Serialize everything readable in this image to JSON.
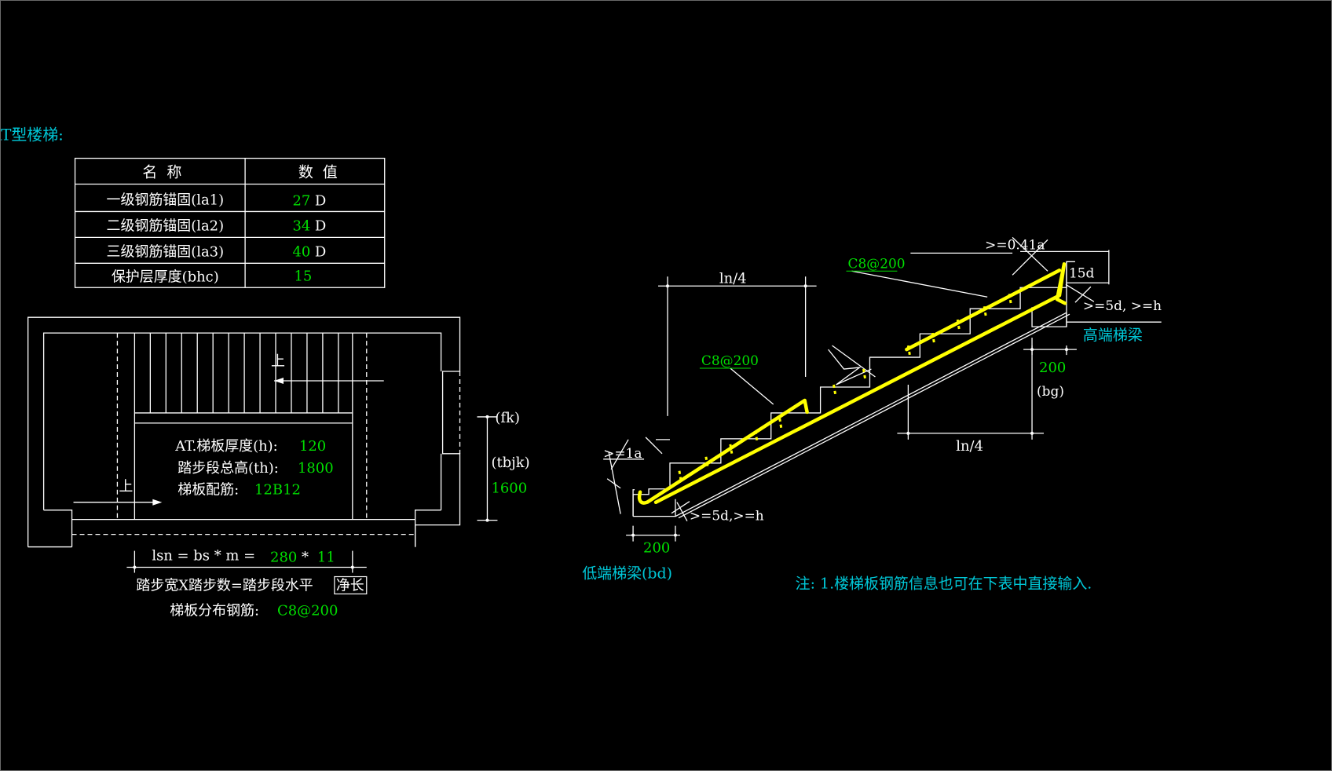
{
  "title": "AT型楼梯:",
  "colors": {
    "background": "#000000",
    "line": "#ffffff",
    "cyan": "#00c8d8",
    "green": "#00e000",
    "yellow": "#ffff00"
  },
  "table": {
    "header": [
      "名  称",
      "数  值"
    ],
    "rows": [
      {
        "name": "一级钢筋锚固(la1)",
        "value": "27",
        "unit": "D"
      },
      {
        "name": "二级钢筋锚固(la2)",
        "value": "34",
        "unit": "D"
      },
      {
        "name": "三级钢筋锚固(la3)",
        "value": "40",
        "unit": "D"
      },
      {
        "name": "保护层厚度(bhc)",
        "value": "15",
        "unit": ""
      }
    ]
  },
  "plan": {
    "up_label_top": "上",
    "up_label_left": "上",
    "thickness_label": "AT.梯板厚度(h):",
    "thickness_value": "120",
    "height_label": "踏步段总高(th):",
    "height_value": "1800",
    "rebar_label": "梯板配筋:",
    "rebar_value": "12B12",
    "fk_label": "(fk)",
    "tbjk_label": "(tbjk)",
    "tbjk_value": "1600",
    "lsn_label": "lsn = bs * m =",
    "bs_value": "280",
    "times": "*",
    "m_value": "11",
    "formula_text": "踏步宽X踏步数=踏步段水平",
    "formula_boxed": "净长",
    "dist_label": "梯板分布钢筋:",
    "dist_value": "C8@200"
  },
  "section": {
    "dim_ln4_top": "ln/4",
    "dim_ln4_bottom": "ln/4",
    "rebar_top": "C8@200",
    "rebar_mid": "C8@200",
    "la_top": ">=0.41a",
    "d15": "15d",
    "right_anchor": ">=5d, >=h",
    "left_anchor": ">=5d,>=h",
    "la_left": ">=1a",
    "high_beam": "高端梯梁",
    "high_width": "200",
    "bg_label": "(bg)",
    "low_width": "200",
    "low_beam": "低端梯梁(bd)"
  },
  "note": "注: 1.楼梯板钢筋信息也可在下表中直接输入."
}
